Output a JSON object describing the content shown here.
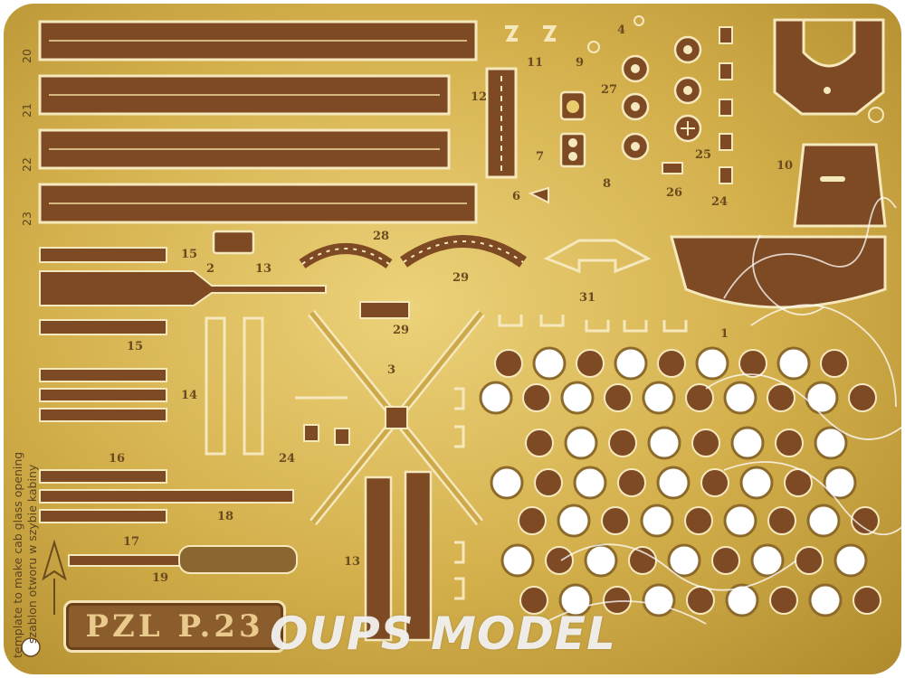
{
  "image": {
    "subject": "Photo-etched brass parts fret for a model aircraft",
    "colors": {
      "brass_light": "#e6c96a",
      "brass_mid": "#c9a63f",
      "brass_dark": "#a8842a",
      "copper": "#7e4a23",
      "highlight": "#fbf1cf",
      "background": "#ffffff"
    }
  },
  "plate": {
    "title": "PZL P.23",
    "note_pl": "szablon otworu w szybie kabiny",
    "note_en": "template to make cab glass opening"
  },
  "watermark": "OUPS MODEL",
  "part_numbers": {
    "n20": "20",
    "n21": "21",
    "n22": "22",
    "n23": "23",
    "n12": "12",
    "n11": "11",
    "n9": "9",
    "n4": "4",
    "n27": "27",
    "n25": "25",
    "n26": "26",
    "n24": "24",
    "n10": "10",
    "n7": "7",
    "n6": "6",
    "n8": "8",
    "n28": "28",
    "n29": "29",
    "n29b": "29",
    "n31": "31",
    "n2": "2",
    "n13": "13",
    "n15": "15",
    "n15b": "15",
    "n14": "14",
    "n16": "16",
    "n18": "18",
    "n17": "17",
    "n19": "19",
    "n3": "3",
    "n24b": "24",
    "n13b": "13",
    "n1": "1"
  }
}
